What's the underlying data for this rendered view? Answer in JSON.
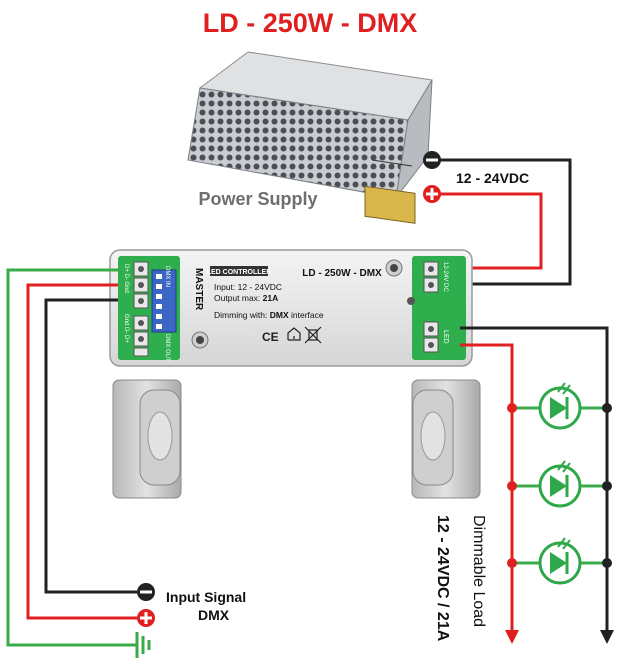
{
  "title": "LD - 250W - DMX",
  "power_supply": {
    "label": "Power Supply",
    "voltage_label": "12 - 24VDC"
  },
  "controller": {
    "model": "LD - 250W - DMX",
    "brand": "MASTER",
    "header": "LED CONTROLLER",
    "input_spec": "Input: 12 - 24VDC",
    "output_prefix": "Output max: ",
    "output_value": "21A",
    "dimming_prefix": "Dimming with: ",
    "dimming_bold": "DMX",
    "dimming_suffix": " interface",
    "dmx_in_label": "DMX IN",
    "dmx_out_label": "DMX OUT",
    "dmx_in_pins": "D+ D- Gnd",
    "dmx_out_pins": "Gnd D- D+",
    "power_in_label": "12-24V DC",
    "led_out_label": "LED",
    "markings": "CE"
  },
  "input_signal": {
    "line1": "Input Signal",
    "line2": "DMX"
  },
  "load": {
    "line1": "Dimmable Load",
    "line2": "12 - 24VDC / 21A"
  },
  "colors": {
    "title_red": "#e02020",
    "wire_red": "#e02020",
    "wire_black": "#222222",
    "wire_green": "#3aaa4a",
    "led_green": "#2fa84a",
    "terminal_green": "#2fae4d",
    "label_gray": "#6e6e6e"
  },
  "icons": [
    "minus-terminal-icon",
    "plus-terminal-icon",
    "ground-icon",
    "led-icon"
  ]
}
